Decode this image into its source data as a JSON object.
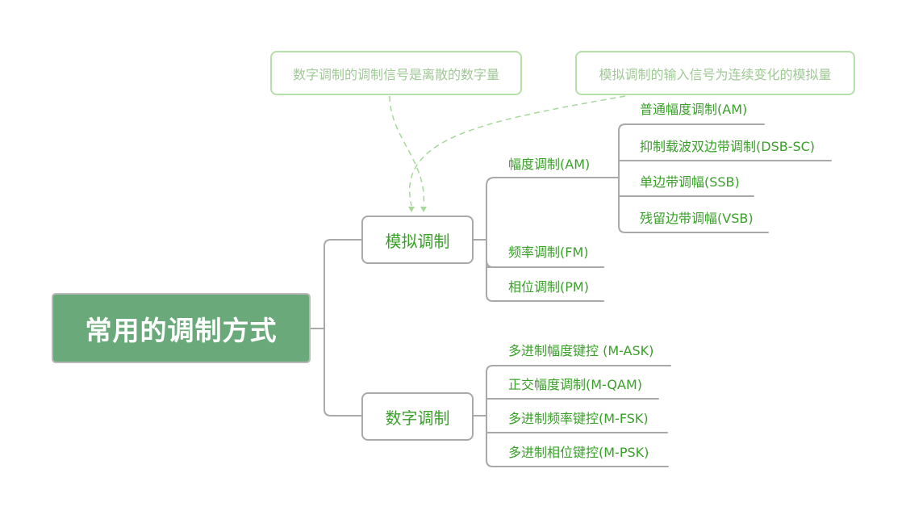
{
  "mindmap": {
    "root": "常用的调制方式",
    "analog": {
      "label": "模拟调制",
      "am": {
        "label": "幅度调制(AM)",
        "children": [
          "普通幅度调制(AM)",
          "抑制载波双边带调制(DSB-SC)",
          "单边带调幅(SSB)",
          "残留边带调幅(VSB)"
        ]
      },
      "fm": "频率调制(FM)",
      "pm": "相位调制(PM)"
    },
    "digital": {
      "label": "数字调制",
      "children": [
        "多进制幅度键控 (M-ASK)",
        "正交幅度调制(M-QAM)",
        "多进制频率键控(M-FSK)",
        "多进制相位键控(M-PSK)"
      ]
    },
    "notes": {
      "digital_note": "数字调制的调制信号是离散的数字量",
      "analog_note": "模拟调制的输入信号为连续变化的模拟量"
    }
  },
  "colors": {
    "root_fill": "#6aaa7a",
    "text_green": "#3aa02a",
    "note_border": "#b5dfa8",
    "note_text": "#9fca95",
    "connector": "#a9a9a9",
    "dashed_link": "#a6d89a"
  }
}
